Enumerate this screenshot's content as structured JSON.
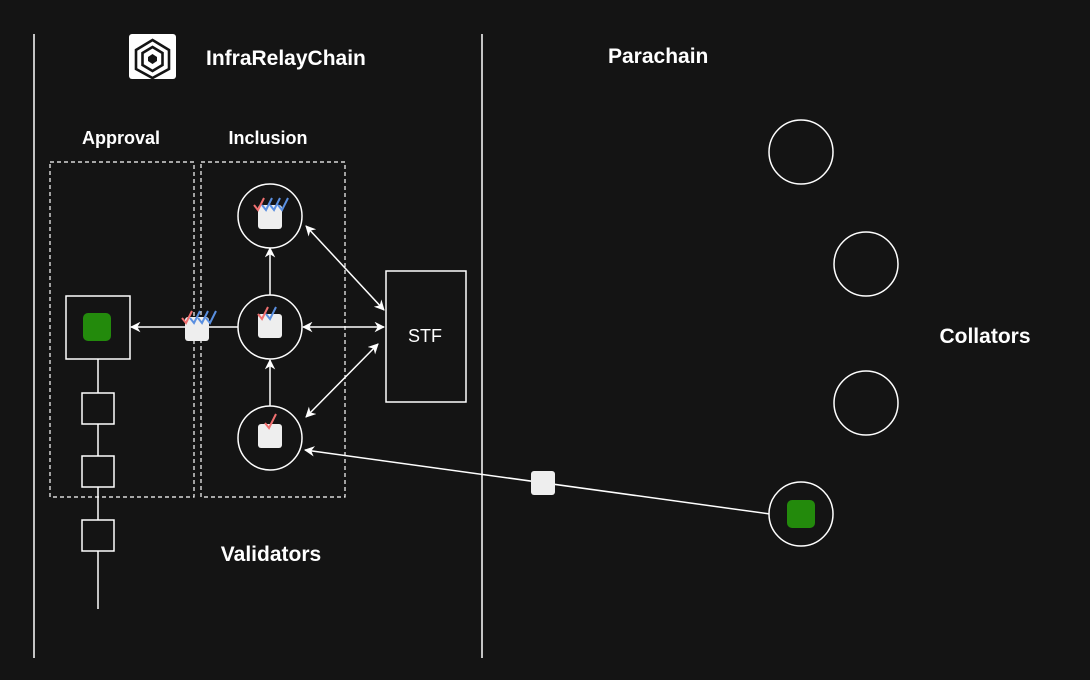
{
  "title": "InfraRelayChain",
  "parachain_label": "Parachain",
  "approval_label": "Approval",
  "inclusion_label": "Inclusion",
  "validators_label": "Validators",
  "collators_label": "Collators",
  "stf_label": "STF",
  "colors": {
    "background": "#141414",
    "stroke": "#ffffff",
    "block_green": "#238a0c",
    "candidate_fill": "#eeeeee",
    "check_red": "#f07070",
    "check_blue": "#5a8fe0"
  },
  "icons": [
    "logo-icon",
    "check-red-icon",
    "check-blue-icon"
  ]
}
